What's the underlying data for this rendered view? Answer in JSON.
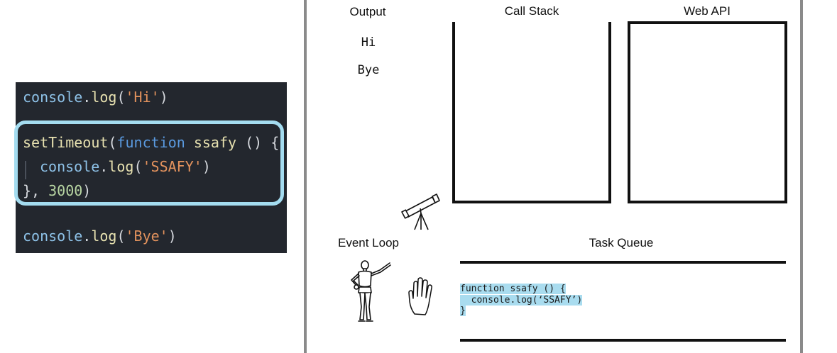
{
  "editor": {
    "line1": {
      "obj": "console",
      "dot": ".",
      "fn": "log",
      "open": "(",
      "str": "'Hi'",
      "close": ")"
    },
    "line2": {
      "fn": "setTimeout",
      "open": "(",
      "kw": "function",
      "name": " ssafy ",
      "tail": "() {"
    },
    "line3": {
      "obj": "console",
      "dot": ".",
      "fn": "log",
      "open": "(",
      "str": "'SSAFY'",
      "close": ")"
    },
    "line4": {
      "head": "}, ",
      "num": "3000",
      "close": ")"
    },
    "line5": {
      "obj": "console",
      "dot": ".",
      "fn": "log",
      "open": "(",
      "str": "'Bye'",
      "close": ")"
    },
    "highlight_color": "#a4dcf0"
  },
  "diagram": {
    "output": {
      "title": "Output",
      "items": [
        "Hi",
        "Bye"
      ]
    },
    "call_stack": {
      "title": "Call Stack"
    },
    "web_api": {
      "title": "Web API"
    },
    "event_loop": {
      "title": "Event Loop"
    },
    "task_queue": {
      "title": "Task Queue",
      "code": [
        "function ssafy () {",
        "  console.log(‘SSAFY’)",
        "}"
      ],
      "highlight_color": "#a9dcef"
    },
    "icons": [
      "telescope-icon",
      "robot-figure-icon",
      "hand-icon"
    ]
  }
}
